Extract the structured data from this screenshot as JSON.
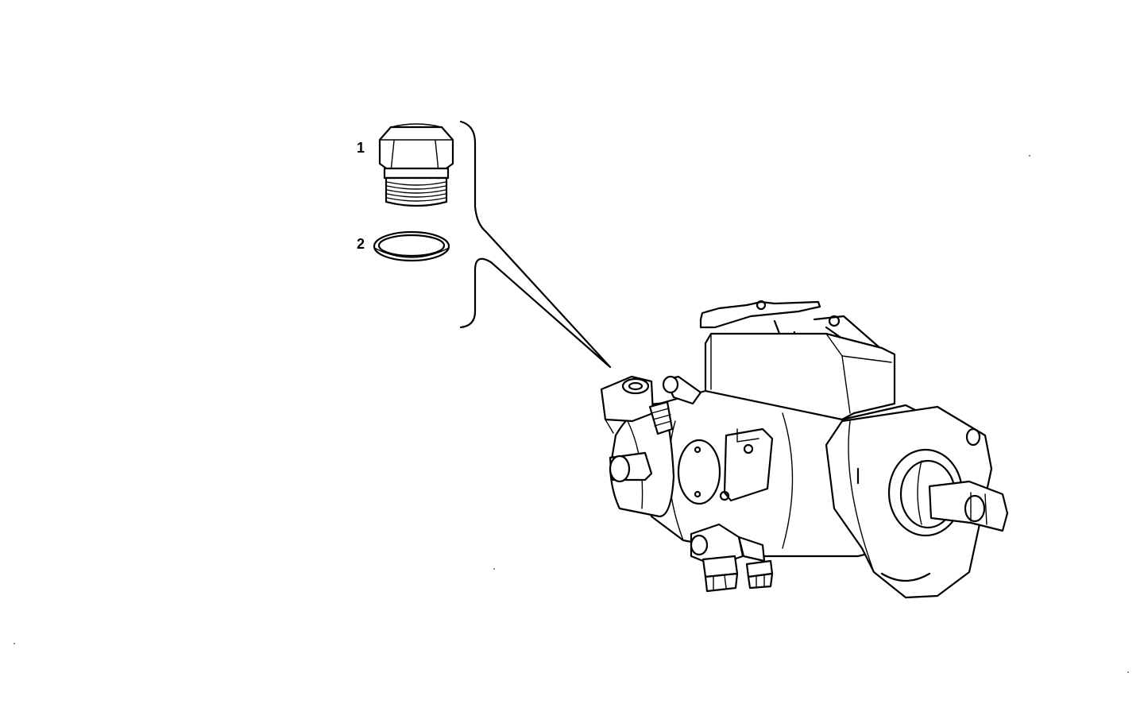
{
  "callouts": [
    {
      "number": "1",
      "part": "plug-screw"
    },
    {
      "number": "2",
      "part": "sealing-ring"
    }
  ],
  "colors": {
    "line": "#000000",
    "background": "#ffffff"
  }
}
